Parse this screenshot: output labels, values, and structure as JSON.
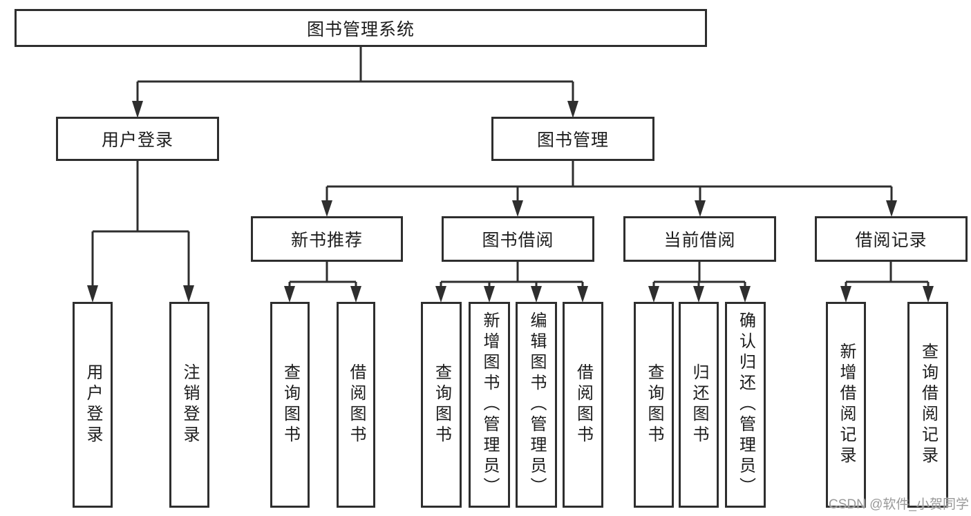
{
  "tree": {
    "label": "图书管理系统",
    "children": [
      {
        "label": "用户登录",
        "children": [
          {
            "label": "用户登录"
          },
          {
            "label": "注销登录"
          }
        ]
      },
      {
        "label": "图书管理",
        "children": [
          {
            "label": "新书推荐",
            "children": [
              {
                "label": "查询图书"
              },
              {
                "label": "借阅图书"
              }
            ]
          },
          {
            "label": "图书借阅",
            "children": [
              {
                "label": "查询图书"
              },
              {
                "label": "新增图书（管理员）"
              },
              {
                "label": "编辑图书（管理员）"
              },
              {
                "label": "借阅图书"
              }
            ]
          },
          {
            "label": "当前借阅",
            "children": [
              {
                "label": "查询图书"
              },
              {
                "label": "归还图书"
              },
              {
                "label": "确认归还（管理员）"
              }
            ]
          },
          {
            "label": "借阅记录",
            "children": [
              {
                "label": "新增借阅记录"
              },
              {
                "label": "查询借阅记录"
              }
            ]
          }
        ]
      }
    ]
  },
  "watermark": {
    "text": "CSDN @软件_小贺同学"
  },
  "colors": {
    "line": "#2e2e2e",
    "box_border": "#2e2e2e",
    "text": "#1c1c1c",
    "watermark": "#999999",
    "background": "#ffffff"
  }
}
